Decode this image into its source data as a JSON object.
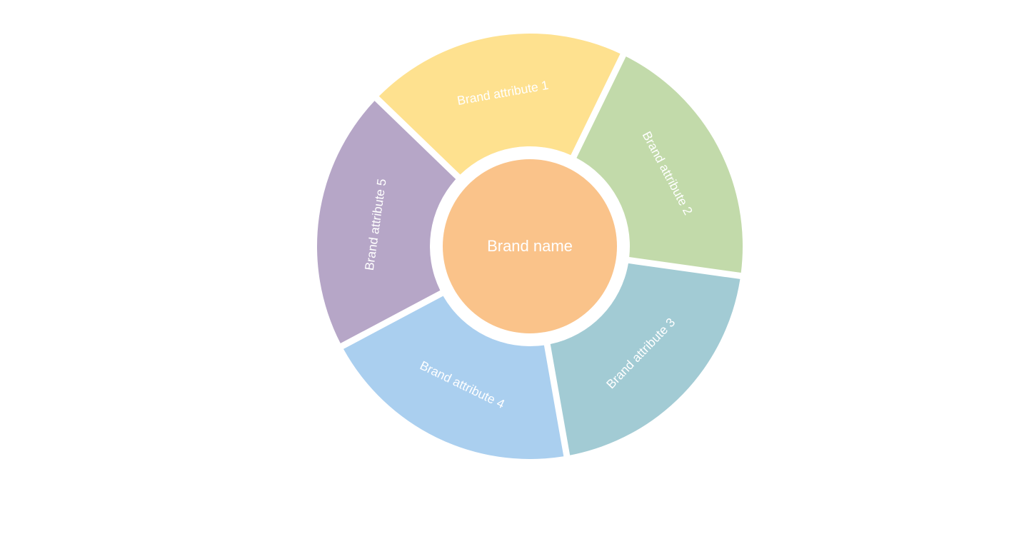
{
  "diagram": {
    "center": {
      "label": "Brand name",
      "color": "#FAC38A"
    },
    "segments": [
      {
        "label": "Brand attribute 1",
        "color": "#FEE18F"
      },
      {
        "label": "Brand attribute 2",
        "color": "#C2DAAA"
      },
      {
        "label": "Brand attribute 3",
        "color": "#A2CBD4"
      },
      {
        "label": "Brand attribute 4",
        "color": "#AACFEF"
      },
      {
        "label": "Brand attribute 5",
        "color": "#B6A6C7"
      }
    ],
    "background": "#FFFFFF"
  }
}
